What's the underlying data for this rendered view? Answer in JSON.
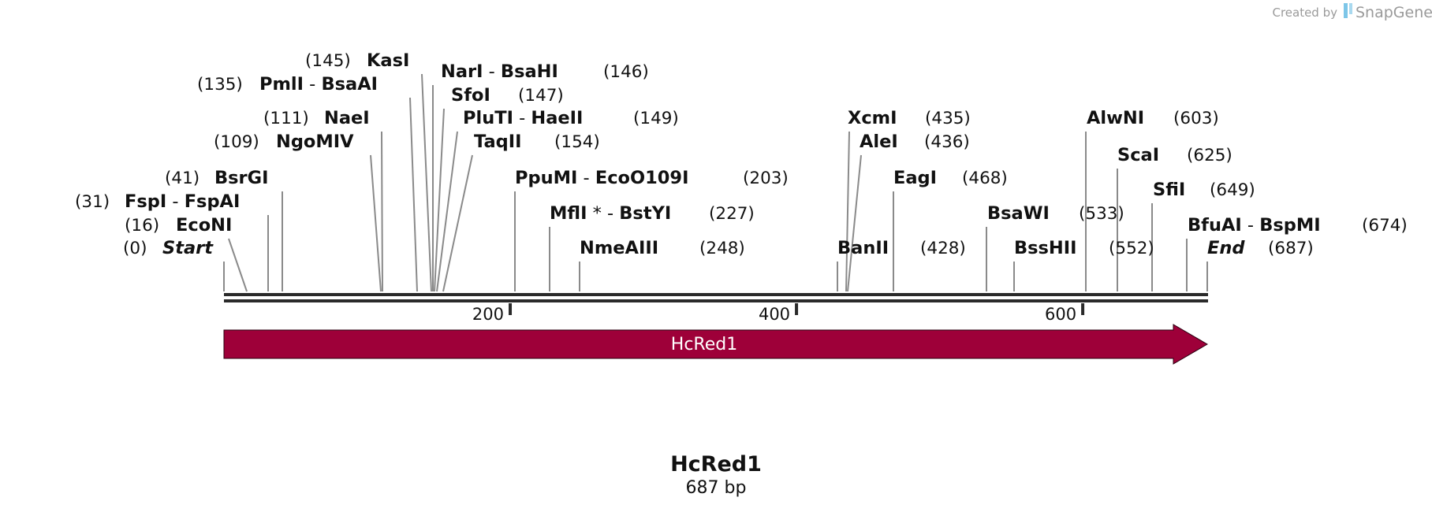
{
  "credit": {
    "created_by": "Created by",
    "brand": "SnapGene"
  },
  "sequence": {
    "name": "HcRed1",
    "length_label": "687 bp",
    "length": 687
  },
  "feature": {
    "label": "HcRed1",
    "color": "#9e0039"
  },
  "scale_ticks": [
    {
      "label": "200",
      "value": 200
    },
    {
      "label": "400",
      "value": 400
    },
    {
      "label": "600",
      "value": 600
    }
  ],
  "sites": [
    {
      "parts": [
        "Start"
      ],
      "italic": true,
      "pos_label": "(0)"
    },
    {
      "parts": [
        "EcoNI"
      ],
      "pos_label": "(16)"
    },
    {
      "parts": [
        "FspI",
        "FspAI"
      ],
      "pos_label": "(31)"
    },
    {
      "parts": [
        "BsrGI"
      ],
      "pos_label": "(41)"
    },
    {
      "parts": [
        "NgoMIV"
      ],
      "pos_label": "(109)"
    },
    {
      "parts": [
        "NaeI"
      ],
      "pos_label": "(111)"
    },
    {
      "parts": [
        "PmlI",
        "BsaAI"
      ],
      "pos_label": "(135)"
    },
    {
      "parts": [
        "KasI"
      ],
      "pos_label": "(145)"
    },
    {
      "parts": [
        "NarI",
        "BsaHI"
      ],
      "pos_label": "(146)"
    },
    {
      "parts": [
        "SfoI"
      ],
      "pos_label": "(147)"
    },
    {
      "parts": [
        "PluTI",
        "HaeII"
      ],
      "pos_label": "(149)"
    },
    {
      "parts": [
        "TaqII"
      ],
      "pos_label": "(154)"
    },
    {
      "parts": [
        "PpuMI",
        "EcoO109I"
      ],
      "pos_label": "(203)"
    },
    {
      "parts": [
        "MflI",
        "BstYI"
      ],
      "star": "*",
      "pos_label": "(227)"
    },
    {
      "parts": [
        "NmeAIII"
      ],
      "pos_label": "(248)"
    },
    {
      "parts": [
        "BanII"
      ],
      "pos_label": "(428)"
    },
    {
      "parts": [
        "XcmI"
      ],
      "pos_label": "(435)"
    },
    {
      "parts": [
        "AleI"
      ],
      "pos_label": "(436)"
    },
    {
      "parts": [
        "EagI"
      ],
      "pos_label": "(468)"
    },
    {
      "parts": [
        "BsaWI"
      ],
      "pos_label": "(533)"
    },
    {
      "parts": [
        "BssHII"
      ],
      "pos_label": "(552)"
    },
    {
      "parts": [
        "AlwNI"
      ],
      "pos_label": "(603)"
    },
    {
      "parts": [
        "ScaI"
      ],
      "pos_label": "(625)"
    },
    {
      "parts": [
        "SfiI"
      ],
      "pos_label": "(649)"
    },
    {
      "parts": [
        "BfuAI",
        "BspMI"
      ],
      "pos_label": "(674)"
    },
    {
      "parts": [
        "End"
      ],
      "italic": true,
      "pos_label": "(687)"
    }
  ]
}
